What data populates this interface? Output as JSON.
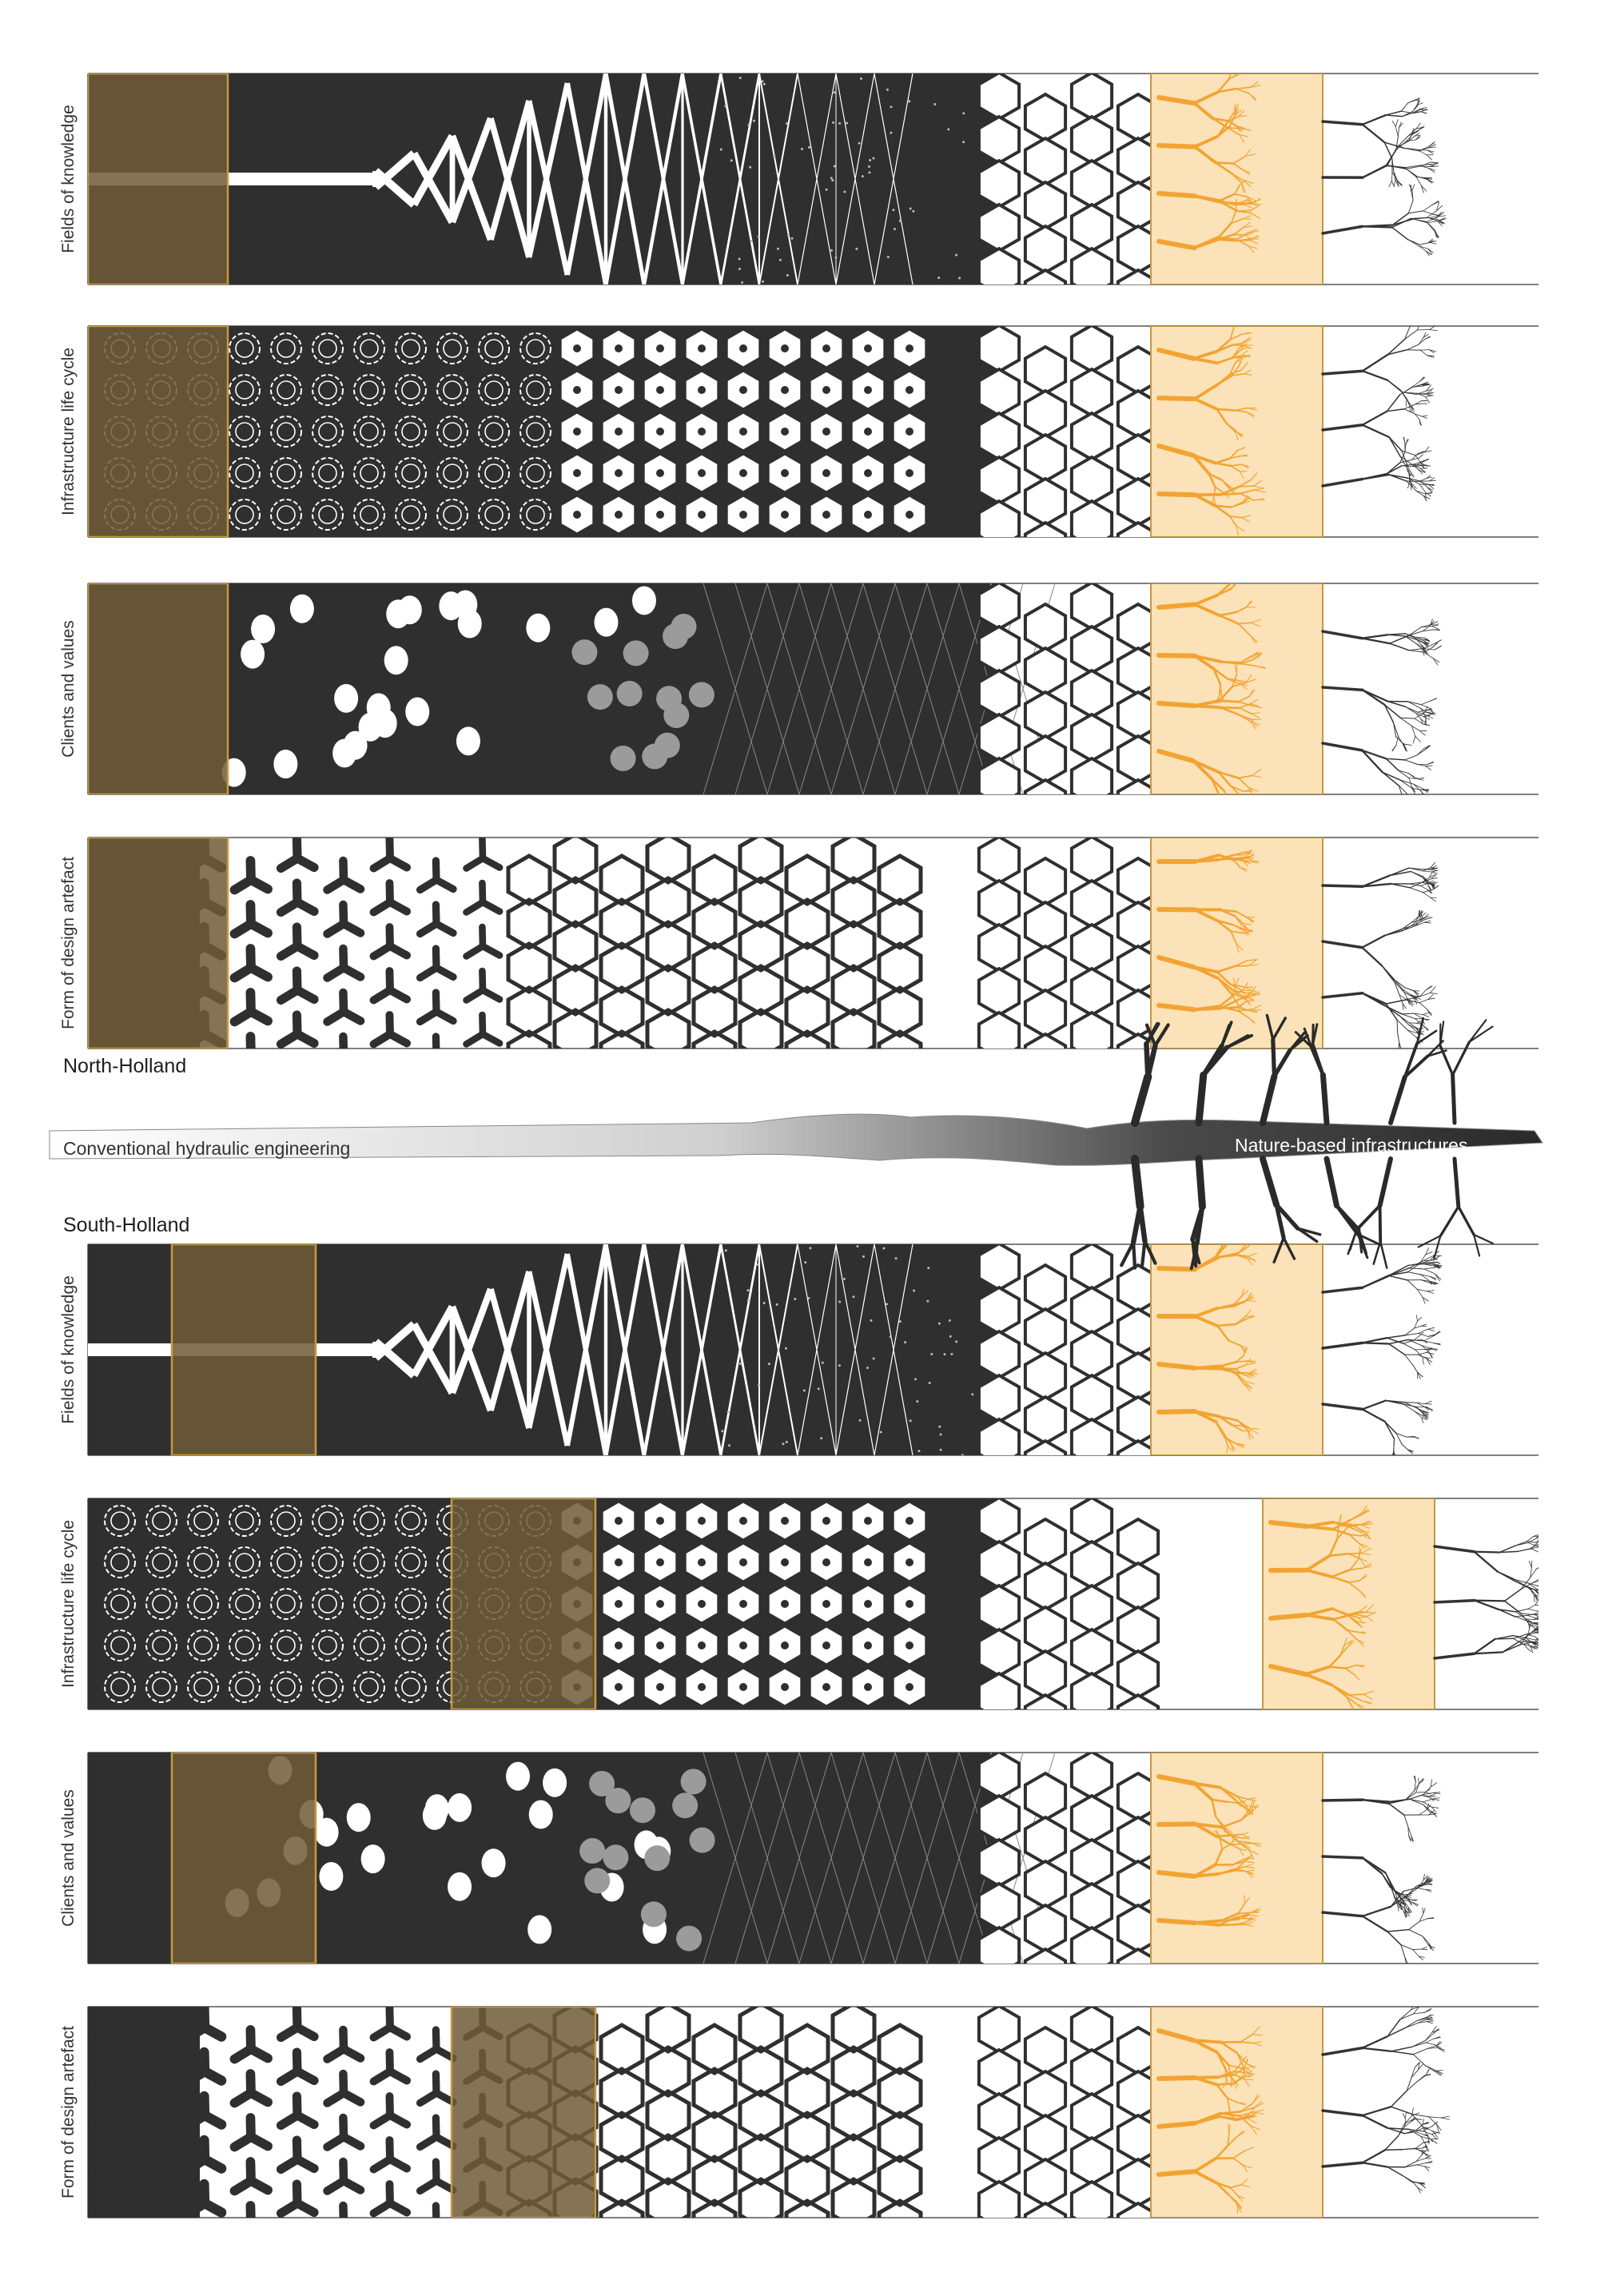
{
  "regions": [
    {
      "name": "North-Holland",
      "rows": [
        {
          "label": "Fields of knowledge",
          "kind": "knowledge",
          "highlight": "start"
        },
        {
          "label": "Infrastructure life cycle",
          "kind": "lifecycle",
          "highlight": "start"
        },
        {
          "label": "Clients and values",
          "kind": "clients",
          "highlight": "start"
        },
        {
          "label": "Form of design artefact",
          "kind": "form",
          "highlight": "start"
        }
      ]
    },
    {
      "name": "South-Holland",
      "rows": [
        {
          "label": "Fields of knowledge",
          "kind": "knowledge",
          "highlight": "early"
        },
        {
          "label": "Infrastructure life cycle",
          "kind": "lifecycle",
          "highlight": "middle"
        },
        {
          "label": "Clients and values",
          "kind": "clients",
          "highlight": "early"
        },
        {
          "label": "Form of design artefact",
          "kind": "form",
          "highlight": "middle"
        }
      ]
    }
  ],
  "axis": {
    "left_label": "Conventional hydraulic engineering",
    "right_label": "Nature-based infrastructures"
  },
  "colors": {
    "dark": "#2f2f2f",
    "mark_white": "#ffffff",
    "highlight_fill": "#6e5a36",
    "highlight_stroke": "#c69a3c",
    "nature_fill": "#fbe2b8",
    "nature_branch": "#f2a432",
    "root": "#2a2a2a"
  }
}
